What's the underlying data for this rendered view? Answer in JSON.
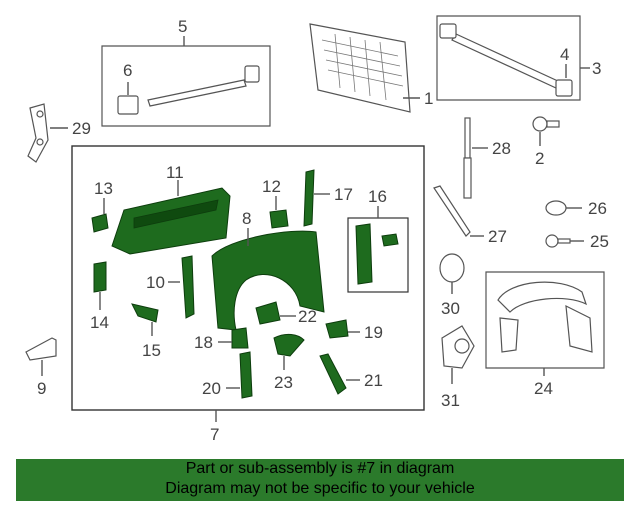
{
  "callouts": {
    "n1": "1",
    "n2": "2",
    "n3": "3",
    "n4": "4",
    "n5": "5",
    "n6": "6",
    "n7": "7",
    "n8": "8",
    "n9": "9",
    "n10": "10",
    "n11": "11",
    "n12": "12",
    "n13": "13",
    "n14": "14",
    "n15": "15",
    "n16": "16",
    "n17": "17",
    "n18": "18",
    "n19": "19",
    "n20": "20",
    "n21": "21",
    "n22": "22",
    "n23": "23",
    "n24": "24",
    "n25": "25",
    "n26": "26",
    "n27": "27",
    "n28": "28",
    "n29": "29",
    "n30": "30",
    "n31": "31"
  },
  "banner": {
    "line1": "Part or sub-assembly is #7 in diagram",
    "line2": "Diagram may not be specific to your vehicle"
  },
  "colors": {
    "highlight_part": "#1e6b1e",
    "banner_bg": "#2b7a2b"
  }
}
